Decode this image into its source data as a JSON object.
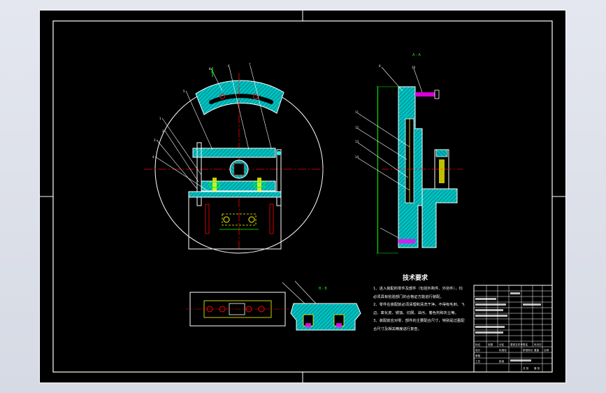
{
  "colors": {
    "viewport_bg": "#dfe3ec",
    "sheet_bg": "#000000",
    "frame": "#ffffff",
    "steel_section": "#00b3b3",
    "hatch": "#00ffff",
    "center_line": "#ff0000",
    "dimension": "#00ff00",
    "bolt": "#ff00ff",
    "hidden": "#ffff00"
  },
  "views": {
    "section_a_label": "A - A",
    "section_b_label": "B - B",
    "arrow_letter": "A"
  },
  "balloons": [
    "1",
    "2",
    "3",
    "4",
    "5",
    "6",
    "7",
    "8",
    "9",
    "10",
    "11",
    "12",
    "13",
    "14"
  ],
  "tech_requirements": {
    "title": "技术要求",
    "items": [
      "1、进入装配的零件及部件（包括外购件、外协件），均必须具有检验部门的合格证方能进行装配。",
      "2、零件在装配前必须清理和清洗干净，不得有毛刺、飞边、氧化皮、锈蚀、切屑、油污、着色剂和灰尘等。",
      "3、装配前应对零、部件的主要配合尺寸，特别是过盈配合尺寸及相关精度进行复查。"
    ]
  },
  "title_block": {
    "labels": [
      "标记",
      "处数",
      "分区",
      "更改文件号",
      "签名",
      "年月日",
      "设计",
      "标准化",
      "阶段标记",
      "重量",
      "比例",
      "审核",
      "工艺",
      "批准",
      "共 张",
      "第 张"
    ]
  }
}
